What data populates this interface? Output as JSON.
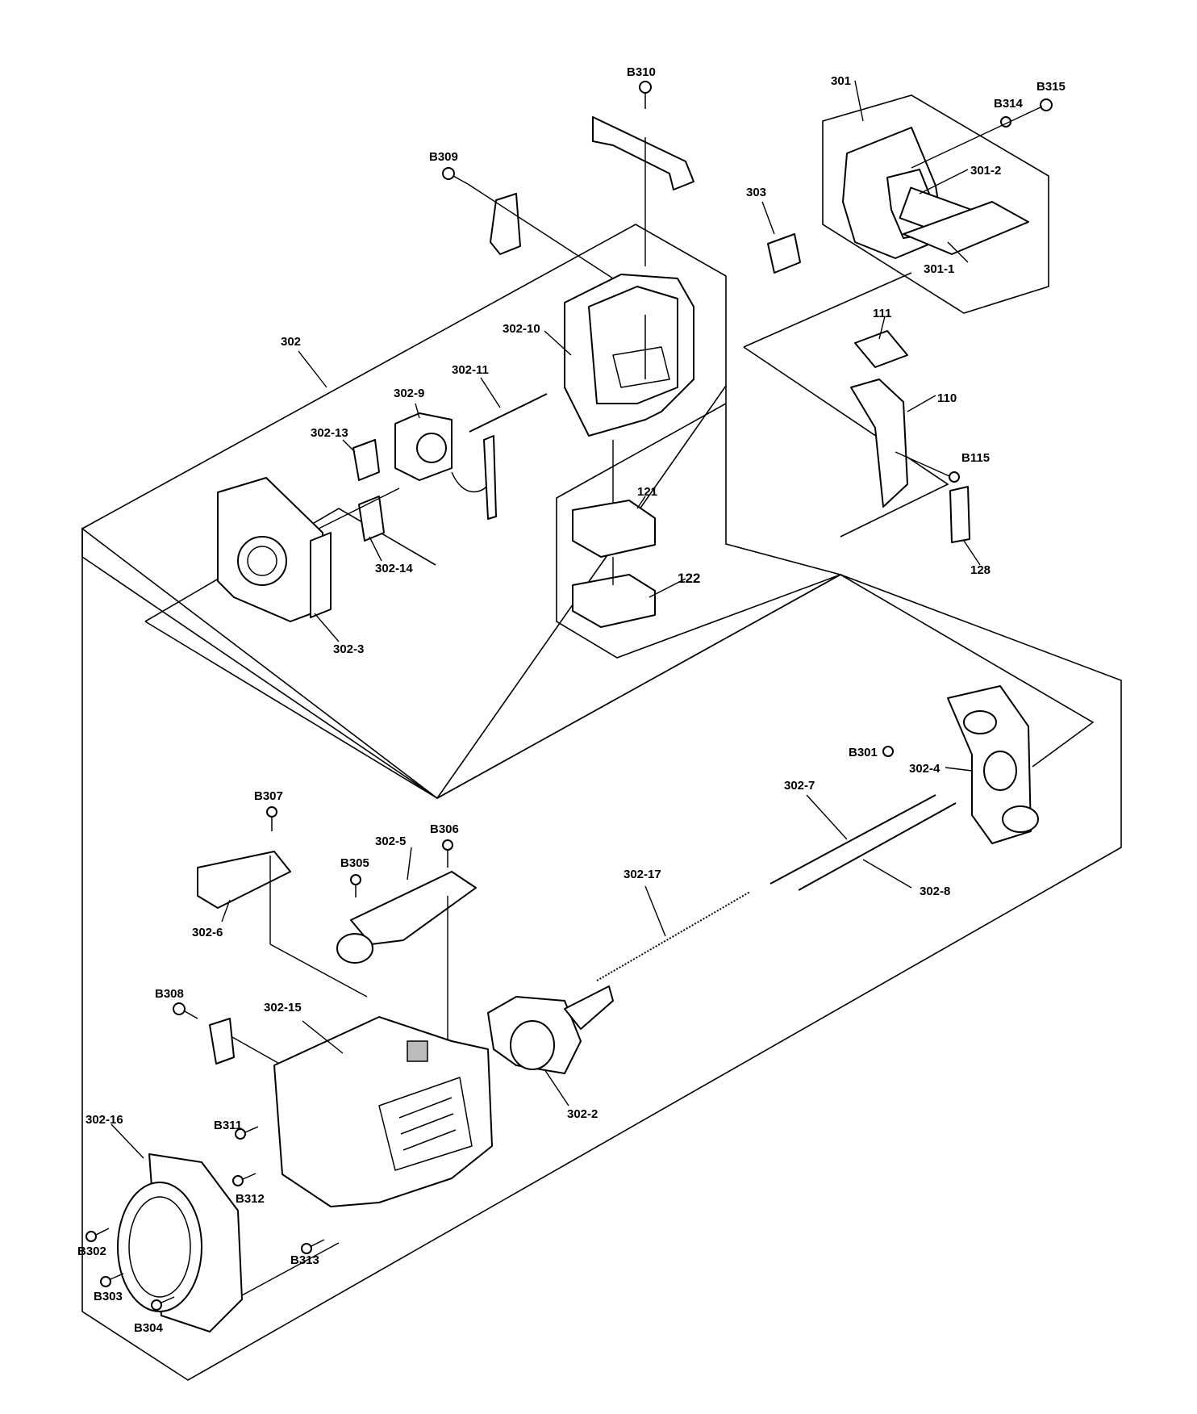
{
  "diagram": {
    "part_labels": [
      {
        "id": "B310",
        "text": "B310"
      },
      {
        "id": "301",
        "text": "301"
      },
      {
        "id": "B315",
        "text": "B315"
      },
      {
        "id": "B314",
        "text": "B314"
      },
      {
        "id": "301-2",
        "text": "301-2"
      },
      {
        "id": "303",
        "text": "303"
      },
      {
        "id": "301-1",
        "text": "301-1"
      },
      {
        "id": "B309",
        "text": "B309"
      },
      {
        "id": "302",
        "text": "302"
      },
      {
        "id": "302-10",
        "text": "302-10"
      },
      {
        "id": "111",
        "text": "111"
      },
      {
        "id": "302-11",
        "text": "302-11"
      },
      {
        "id": "110",
        "text": "110"
      },
      {
        "id": "302-9",
        "text": "302-9"
      },
      {
        "id": "302-13",
        "text": "302-13"
      },
      {
        "id": "B115",
        "text": "B115"
      },
      {
        "id": "121",
        "text": "121"
      },
      {
        "id": "302-14",
        "text": "302-14"
      },
      {
        "id": "122",
        "text": "122"
      },
      {
        "id": "128",
        "text": "128"
      },
      {
        "id": "302-3",
        "text": "302-3"
      },
      {
        "id": "B301",
        "text": "B301"
      },
      {
        "id": "302-4",
        "text": "302-4"
      },
      {
        "id": "302-7",
        "text": "302-7"
      },
      {
        "id": "B307",
        "text": "B307"
      },
      {
        "id": "B306",
        "text": "B306"
      },
      {
        "id": "302-5",
        "text": "302-5"
      },
      {
        "id": "B305",
        "text": "B305"
      },
      {
        "id": "302-17",
        "text": "302-17"
      },
      {
        "id": "302-8",
        "text": "302-8"
      },
      {
        "id": "302-6",
        "text": "302-6"
      },
      {
        "id": "B308",
        "text": "B308"
      },
      {
        "id": "302-15",
        "text": "302-15"
      },
      {
        "id": "302-2",
        "text": "302-2"
      },
      {
        "id": "302-16",
        "text": "302-16"
      },
      {
        "id": "B311",
        "text": "B311"
      },
      {
        "id": "B312",
        "text": "B312"
      },
      {
        "id": "B302",
        "text": "B302"
      },
      {
        "id": "B313",
        "text": "B313"
      },
      {
        "id": "B303",
        "text": "B303"
      },
      {
        "id": "B304",
        "text": "B304"
      }
    ]
  }
}
